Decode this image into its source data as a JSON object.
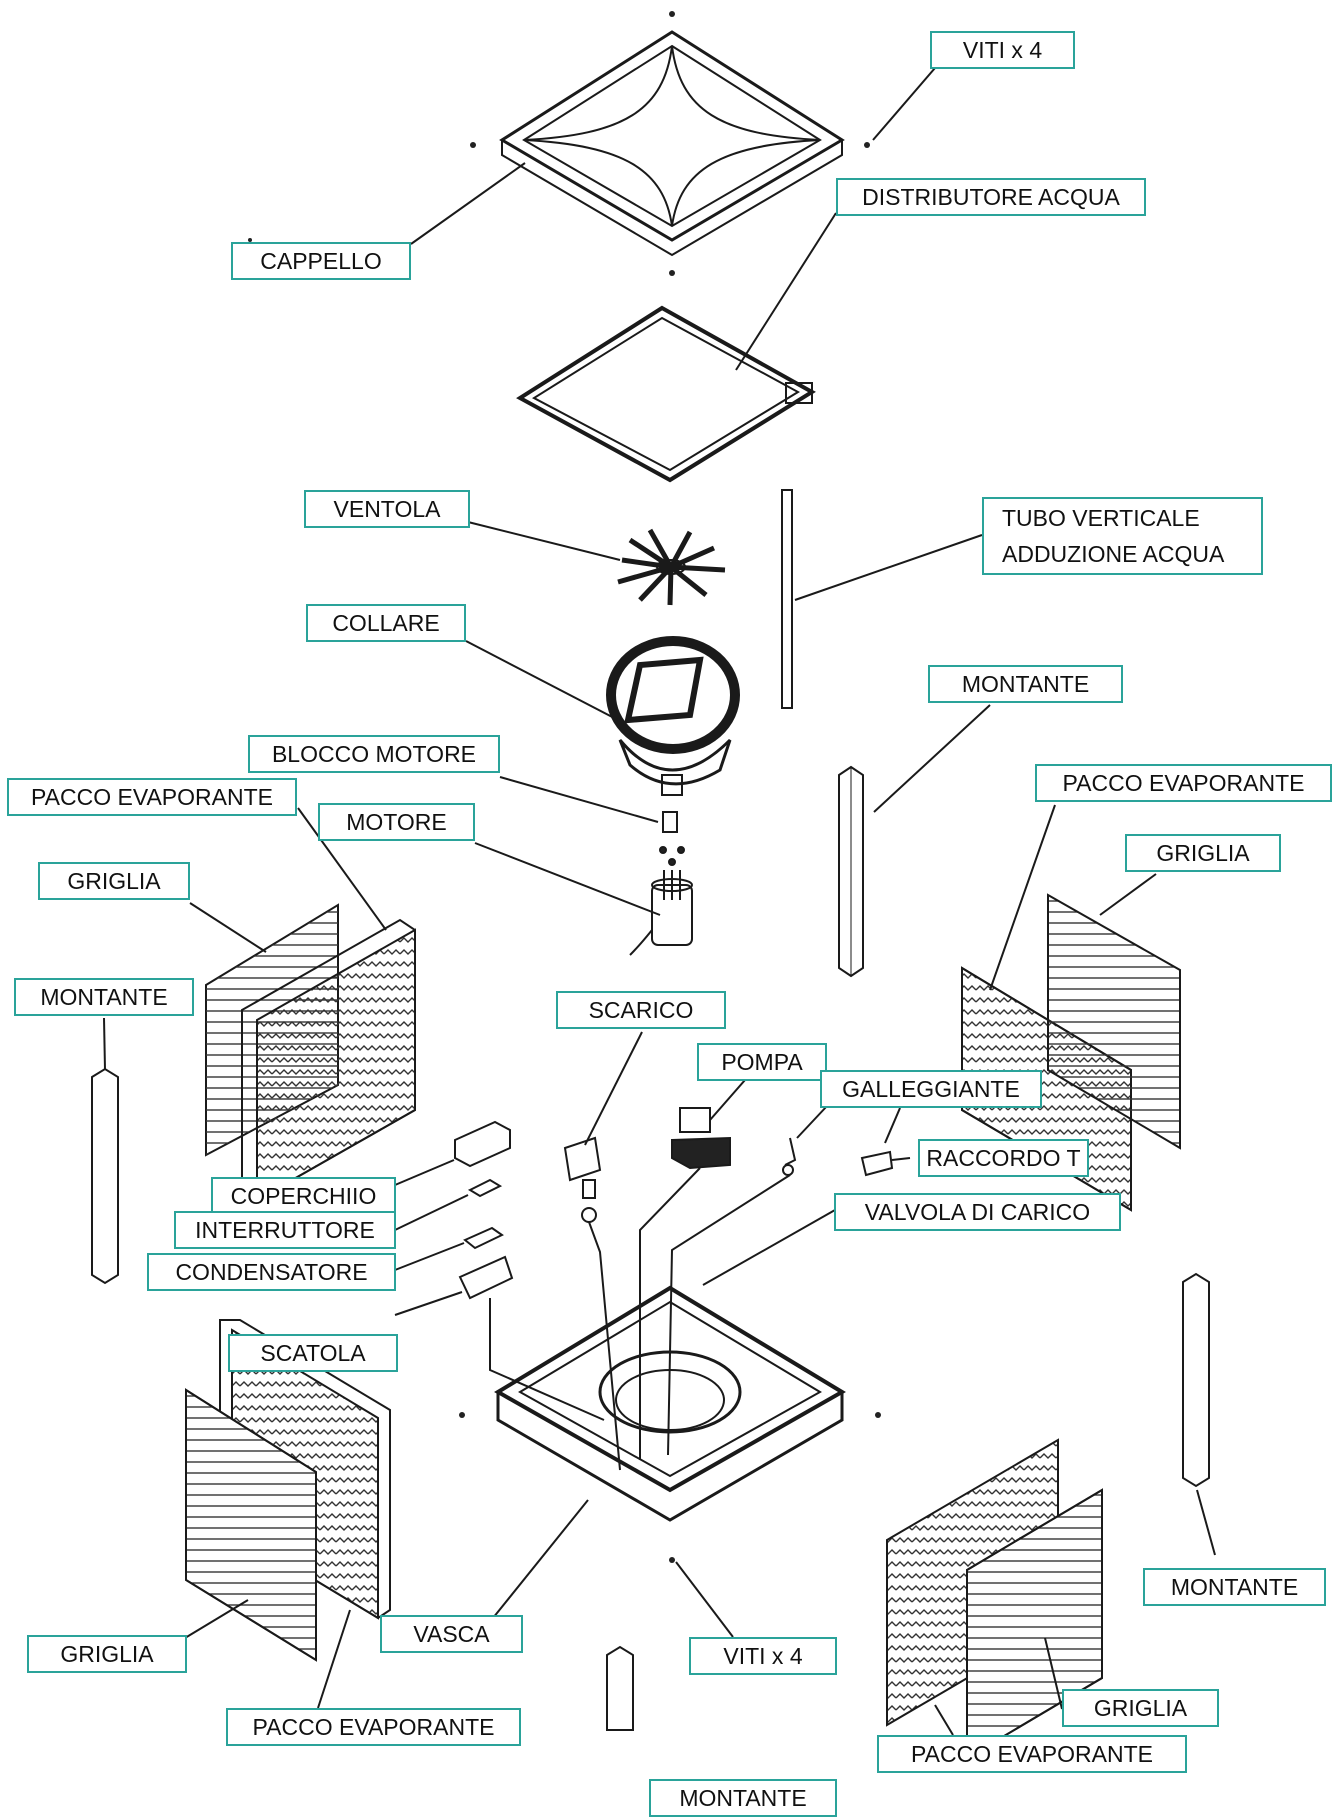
{
  "diagram": {
    "labels": {
      "viti_top": "VITI x 4",
      "cappello": "CAPPELLO",
      "distributore": "DISTRIBUTORE ACQUA",
      "ventola": "VENTOLA",
      "tubo_line1": "TUBO VERTICALE",
      "tubo_line2": "ADDUZIONE ACQUA",
      "collare": "COLLARE",
      "montante_upper_right": "MONTANTE",
      "blocco_motore": "BLOCCO MOTORE",
      "pacco_left": "PACCO EVAPORANTE",
      "pacco_right": "PACCO EVAPORANTE",
      "motore": "MOTORE",
      "griglia_left": "GRIGLIA",
      "griglia_right": "GRIGLIA",
      "montante_left": "MONTANTE",
      "scarico": "SCARICO",
      "pompa": "POMPA",
      "galleggiante": "GALLEGGIANTE",
      "raccordo": "RACCORDO T",
      "coperchio": "COPERCHIIO",
      "valvola": "VALVOLA DI CARICO",
      "interruttore": "INTERRUTTORE",
      "condensatore": "CONDENSATORE",
      "scatola": "SCATOLA",
      "montante_right_lower": "MONTANTE",
      "vasca": "VASCA",
      "griglia_bottom_left": "GRIGLIA",
      "viti_bottom": "VITI x 4",
      "griglia_bottom_right": "GRIGLIA",
      "pacco_bottom_left": "PACCO EVAPORANTE",
      "pacco_bottom_right": "PACCO EVAPORANTE",
      "montante_bottom": "MONTANTE"
    }
  }
}
